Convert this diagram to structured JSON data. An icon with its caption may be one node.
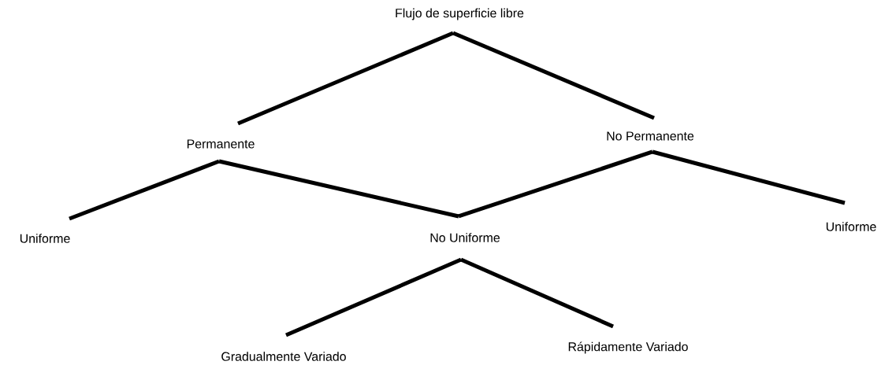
{
  "diagram": {
    "nodes": [
      {
        "text": [
          "Flujo de superficie libre"
        ]
      },
      {
        "text": [
          "Permanente"
        ]
      },
      {
        "text": [
          "No Permanente"
        ]
      },
      {
        "text": [
          "Uniforme"
        ]
      },
      {
        "text": [
          "No Uniforme"
        ]
      },
      {
        "text": [
          "Uniforme"
        ]
      },
      {
        "text": [
          "Gradualmente Variado"
        ]
      },
      {
        "text": [
          "Rápidamente Variado"
        ]
      }
    ],
    "edges": [
      {
        "from": 0,
        "to": 1,
        "arrow": "none"
      },
      {
        "from": 0,
        "to": 2,
        "arrow": "none"
      },
      {
        "from": 1,
        "to": 3,
        "arrow": "none"
      },
      {
        "from": 1,
        "to": 4,
        "arrow": "none"
      },
      {
        "from": 2,
        "to": 4,
        "arrow": "none"
      },
      {
        "from": 2,
        "to": 5,
        "arrow": "none"
      },
      {
        "from": 4,
        "to": 6,
        "arrow": "none"
      },
      {
        "from": 4,
        "to": 7,
        "arrow": "none"
      }
    ]
  }
}
